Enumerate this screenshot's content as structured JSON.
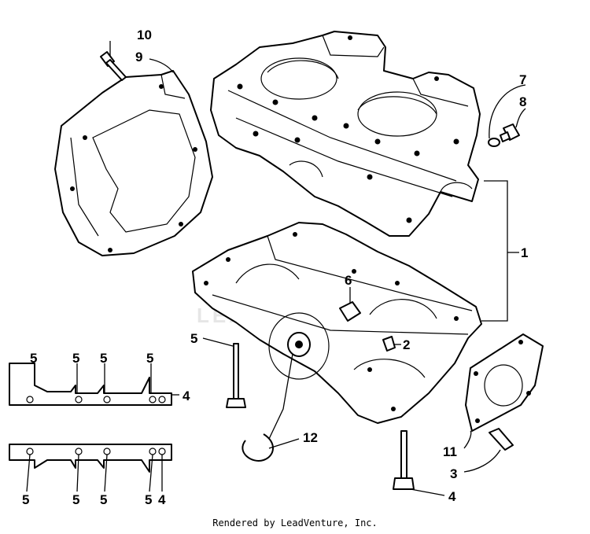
{
  "watermark": "LEADVENTURE",
  "footer": "Rendered by LeadVenture, Inc.",
  "callouts": {
    "c10": "10",
    "c9": "9",
    "c7": "7",
    "c8": "8",
    "c1": "1",
    "c6": "6",
    "c2": "2",
    "c5_bolt": "5",
    "c12": "12",
    "c11": "11",
    "c3": "3",
    "c4_bolt": "4",
    "c5_t1": "5",
    "c5_t2": "5",
    "c5_t3": "5",
    "c5_t4": "5",
    "c4_t": "4",
    "c5_b1": "5",
    "c5_b2": "5",
    "c5_b3": "5",
    "c5_b4": "5",
    "c4_b": "4"
  }
}
